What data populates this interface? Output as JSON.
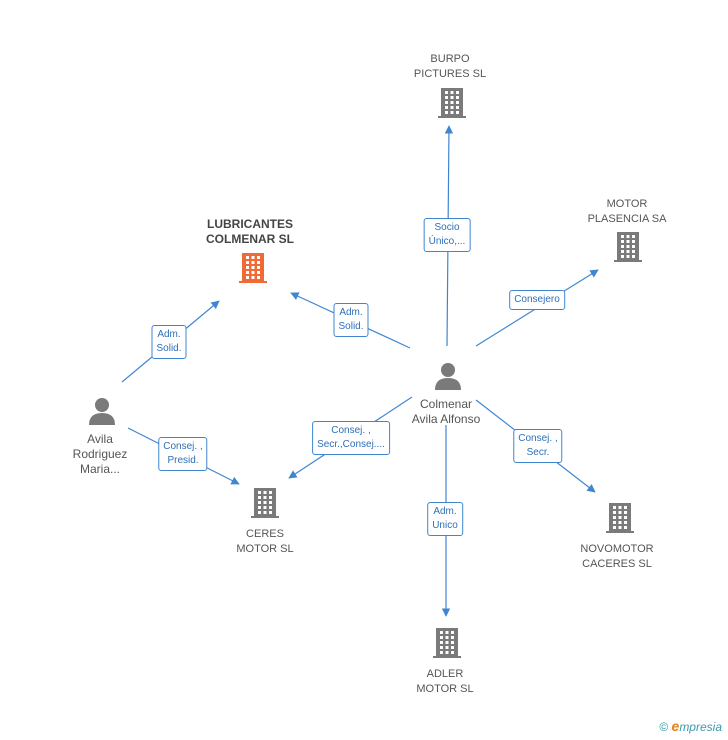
{
  "nodes": {
    "lubricantes": {
      "type": "company",
      "highlight": true,
      "label": [
        "LUBRICANTES",
        "COLMENAR SL"
      ]
    },
    "burpo": {
      "type": "company",
      "label": [
        "BURPO",
        "PICTURES SL"
      ]
    },
    "motor_plasencia": {
      "type": "company",
      "label": [
        "MOTOR",
        "PLASENCIA SA"
      ]
    },
    "ceres": {
      "type": "company",
      "label": [
        "CERES",
        "MOTOR SL"
      ]
    },
    "novomotor": {
      "type": "company",
      "label": [
        "NOVOMOTOR",
        "CACERES SL"
      ]
    },
    "adler": {
      "type": "company",
      "label": [
        "ADLER",
        "MOTOR SL"
      ]
    },
    "colmenar": {
      "type": "person",
      "label": [
        "Colmenar",
        "Avila Alfonso"
      ]
    },
    "avila": {
      "type": "person",
      "label": [
        "Avila",
        "Rodriguez",
        "Maria..."
      ]
    }
  },
  "edges": [
    {
      "from": "colmenar",
      "to": "burpo",
      "label": [
        "Socio",
        "Único,..."
      ]
    },
    {
      "from": "colmenar",
      "to": "motor_plasencia",
      "label": [
        "Consejero"
      ]
    },
    {
      "from": "colmenar",
      "to": "lubricantes",
      "label": [
        "Adm.",
        "Solid."
      ]
    },
    {
      "from": "colmenar",
      "to": "ceres",
      "label": [
        "Consej. ,",
        "Secr.,Consej...."
      ]
    },
    {
      "from": "colmenar",
      "to": "novomotor",
      "label": [
        "Consej. ,",
        "Secr."
      ]
    },
    {
      "from": "colmenar",
      "to": "adler",
      "label": [
        "Adm.",
        "Unico"
      ]
    },
    {
      "from": "avila",
      "to": "lubricantes",
      "label": [
        "Adm.",
        "Solid."
      ]
    },
    {
      "from": "avila",
      "to": "ceres",
      "label": [
        "Consej. ,",
        "Presid."
      ]
    }
  ],
  "footer": {
    "copyright": "©",
    "brand_e": "e",
    "brand_rest": "mpresia"
  },
  "colors": {
    "company_icon": "#7a7a7a",
    "company_highlight": "#f06a35",
    "person_icon": "#7a7a7a",
    "edge": "#3f86d1",
    "edge_text": "#2d6fb8"
  },
  "icons": {
    "company": "building-icon",
    "person": "person-icon"
  }
}
